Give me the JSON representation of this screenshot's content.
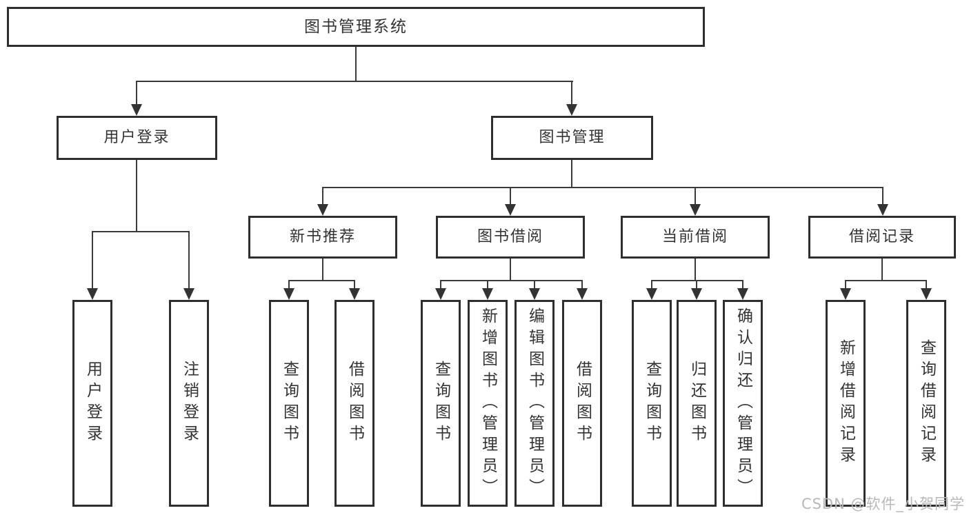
{
  "tree": {
    "label": "图书管理系统",
    "children": [
      {
        "label": "用户登录",
        "children": [
          {
            "label": "用户登录"
          },
          {
            "label": "注销登录"
          }
        ]
      },
      {
        "label": "图书管理",
        "children": [
          {
            "label": "新书推荐",
            "children": [
              {
                "label": "查询图书"
              },
              {
                "label": "借阅图书"
              }
            ]
          },
          {
            "label": "图书借阅",
            "children": [
              {
                "label": "查询图书"
              },
              {
                "label": "新增图书（管理员）"
              },
              {
                "label": "编辑图书（管理员）"
              },
              {
                "label": "借阅图书"
              }
            ]
          },
          {
            "label": "当前借阅",
            "children": [
              {
                "label": "查询图书"
              },
              {
                "label": "归还图书"
              },
              {
                "label": "确认归还（管理员）"
              }
            ]
          },
          {
            "label": "借阅记录",
            "children": [
              {
                "label": "新增借阅记录"
              },
              {
                "label": "查询借阅记录"
              }
            ]
          }
        ]
      }
    ]
  },
  "watermark": {
    "text": "CSDN @软件_小贺同学"
  },
  "colors": {
    "border": "#2e2e2e",
    "line": "#3a3a3a",
    "text": "#333333",
    "watermark": "#b8b8b8",
    "background": "#ffffff"
  }
}
